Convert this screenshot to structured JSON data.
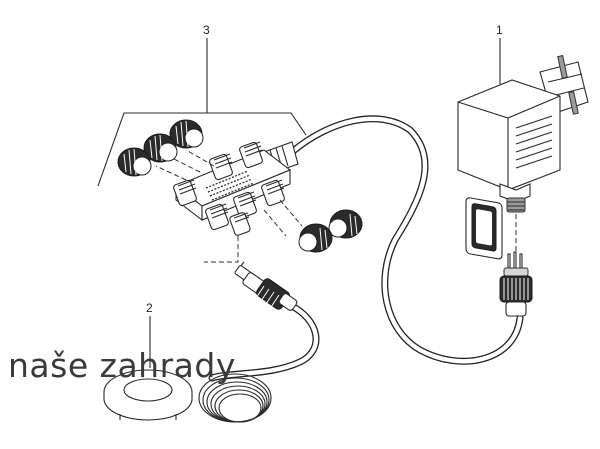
{
  "watermark": {
    "text": "naše zahrady"
  },
  "callouts": [
    {
      "id": "1",
      "label": "1"
    },
    {
      "id": "2",
      "label": "2"
    },
    {
      "id": "3",
      "label": "3"
    }
  ],
  "colors": {
    "line": "#2a2a2a",
    "background": "#ffffff",
    "watermark": "#3a3a3a"
  }
}
